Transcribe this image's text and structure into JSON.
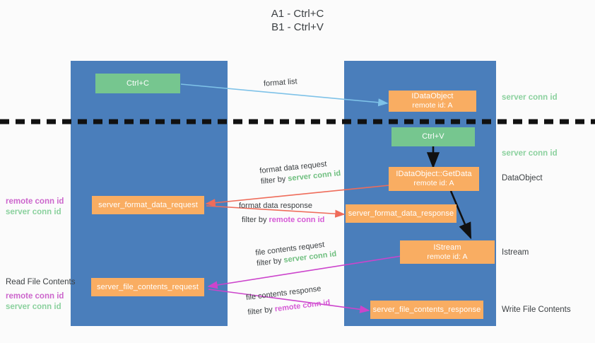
{
  "title": "A1 - Ctrl+C\nB1 - Ctrl+V",
  "columns": [
    {
      "name": "A1",
      "role": "remote"
    },
    {
      "name": "B1",
      "role": "connection"
    }
  ],
  "nodes": {
    "ctrl_c": {
      "label": "Ctrl+C"
    },
    "ctrl_v": {
      "label": "Ctrl+V"
    },
    "idataobject": {
      "line1": "IDataObject",
      "line2": "remote id: A"
    },
    "idataobject_getdata": {
      "line1": "IDataObject::GetData",
      "line2": "remote id: A"
    },
    "istream": {
      "line1": "IStream",
      "line2": "remote id: A"
    },
    "server_format_data_request": {
      "label": "server_format_data_request"
    },
    "server_format_data_response": {
      "label": "server_format_data_response"
    },
    "server_file_contents_request": {
      "label": "server_file_contents_request"
    },
    "server_file_contents_response": {
      "label": "server_file_contents_response"
    }
  },
  "edges": {
    "format_list": {
      "label": "format list"
    },
    "format_data_request": {
      "line1": "format data request",
      "filter_prefix": "filter by ",
      "filter_key": "server conn id"
    },
    "format_data_response": {
      "line1": "format data response",
      "filter_prefix": "filter by ",
      "filter_key": "remote conn id"
    },
    "file_contents_request": {
      "line1": "file contents request",
      "filter_prefix": "filter by ",
      "filter_key": "server conn id"
    },
    "file_contents_response": {
      "line1": "file contents response",
      "filter_prefix": "filter by ",
      "filter_key": "remote conn id"
    }
  },
  "right_labels": {
    "server_conn_id_top": "server conn id",
    "server_conn_id_mid": "server conn id",
    "dataobject": "DataObject",
    "istream": "Istream",
    "write_file_contents": "Write File Contents"
  },
  "left_labels": {
    "conn_ids_upper": {
      "remote": "remote conn id",
      "server": "server conn id"
    },
    "read_file_contents": "Read File Contents",
    "conn_ids_lower": {
      "remote": "remote conn id",
      "server": "server conn id"
    }
  },
  "colors": {
    "lane": "#4a7ebb",
    "green_node": "#76c68f",
    "orange_node": "#f9ad62",
    "server_conn_id": "#8bd19e",
    "remote_conn_id": "#cc66cc",
    "blue_arrow": "#7ec2e8",
    "red_arrow": "#ef6c5a",
    "magenta_arrow": "#cc44cc",
    "black_arrow": "#000000",
    "background": "#fbfbfb"
  }
}
